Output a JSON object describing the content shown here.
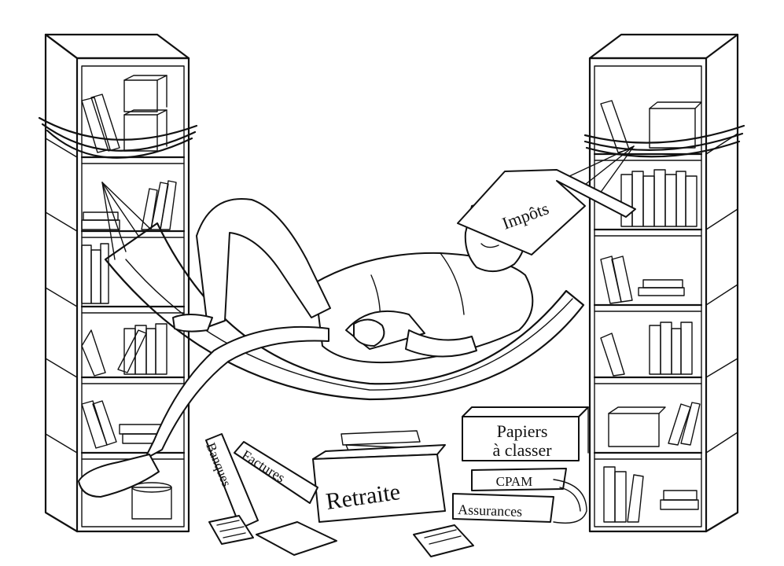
{
  "labels": {
    "impots": "Impôts",
    "papiers_line1": "Papiers",
    "papiers_line2": "à classer",
    "cpam": "CPAM",
    "assurances": "Assurances",
    "retraite": "Retraite",
    "factures": "Factures",
    "banques": "Banques"
  },
  "colors": {
    "ink": "#111111",
    "background": "#ffffff"
  }
}
